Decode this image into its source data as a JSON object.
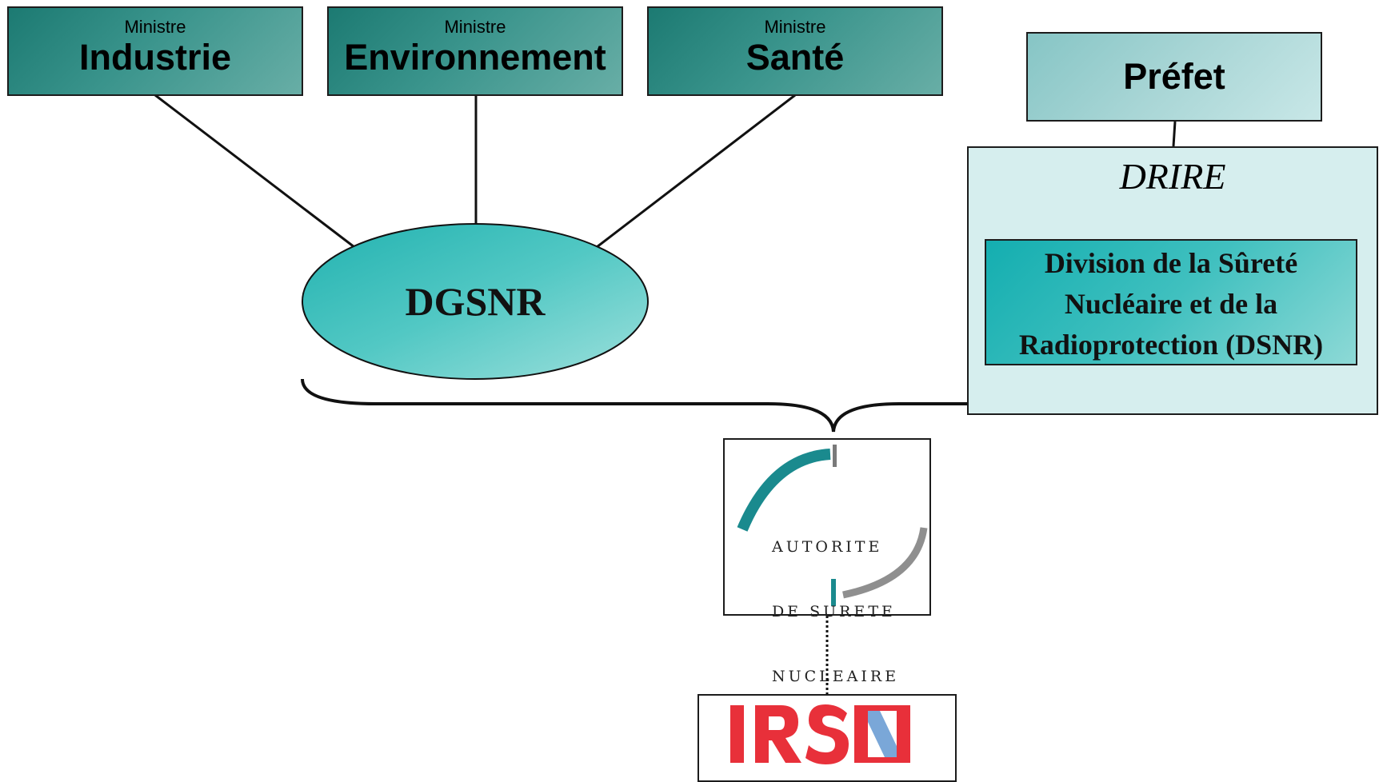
{
  "ministries": [
    {
      "prefix": "Ministre",
      "name": "Industrie"
    },
    {
      "prefix": "Ministre",
      "name": "Environnement"
    },
    {
      "prefix": "Ministre",
      "name": "Santé"
    }
  ],
  "prefet": "Préfet",
  "drire": {
    "title": "DRIRE",
    "division": {
      "line1": "Division de la Sûreté",
      "line2": "Nucléaire et de la",
      "line3": "Radioprotection (DSNR)"
    }
  },
  "dgsnr": "DGSNR",
  "asn_logo": {
    "line1": "AUTORITE",
    "line2": "DE SURETE",
    "line3": "NUCLEAIRE"
  },
  "irsn_logo": {
    "text": "IRSN",
    "red_color": "#e8303a",
    "blue_color": "#7aa7d8"
  },
  "colors": {
    "ministry_fill": "#2f8a82",
    "prefet_fill": "#a9d6d6",
    "drire_fill": "#d6eeee",
    "dsnr_fill": "#40c0bf",
    "dgsnr_fill": "#4ec6c2"
  }
}
